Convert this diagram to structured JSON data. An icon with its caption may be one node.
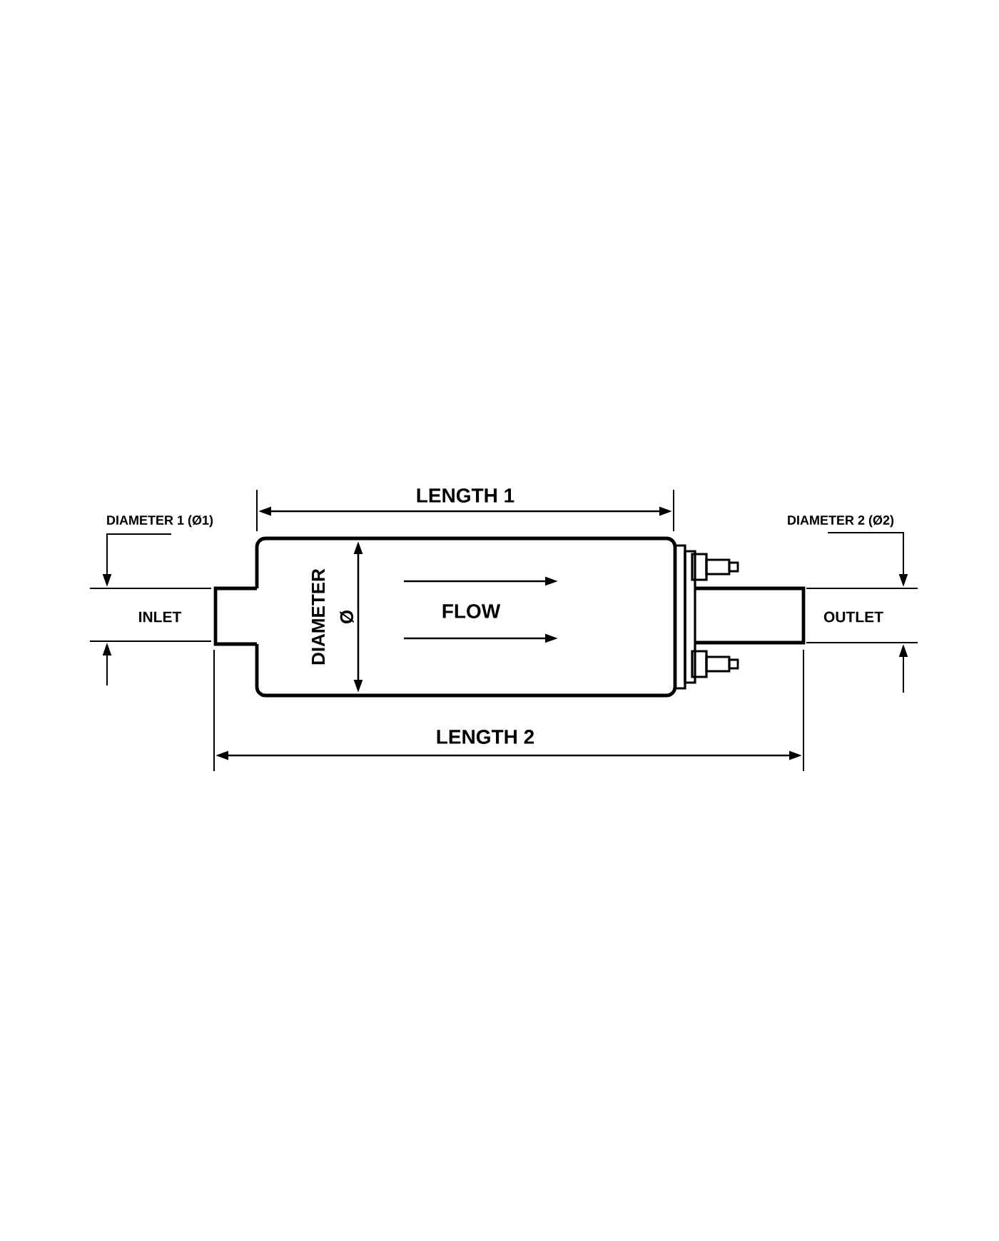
{
  "diagram": {
    "labels": [
      "LENGTH 1",
      "DIAMETER 1 (Ø1)",
      "DIAMETER 2 (Ø2)",
      "INLET",
      "DIAMETER",
      "Ø",
      "FLOW",
      "OUTLET",
      "LENGTH 2"
    ]
  }
}
